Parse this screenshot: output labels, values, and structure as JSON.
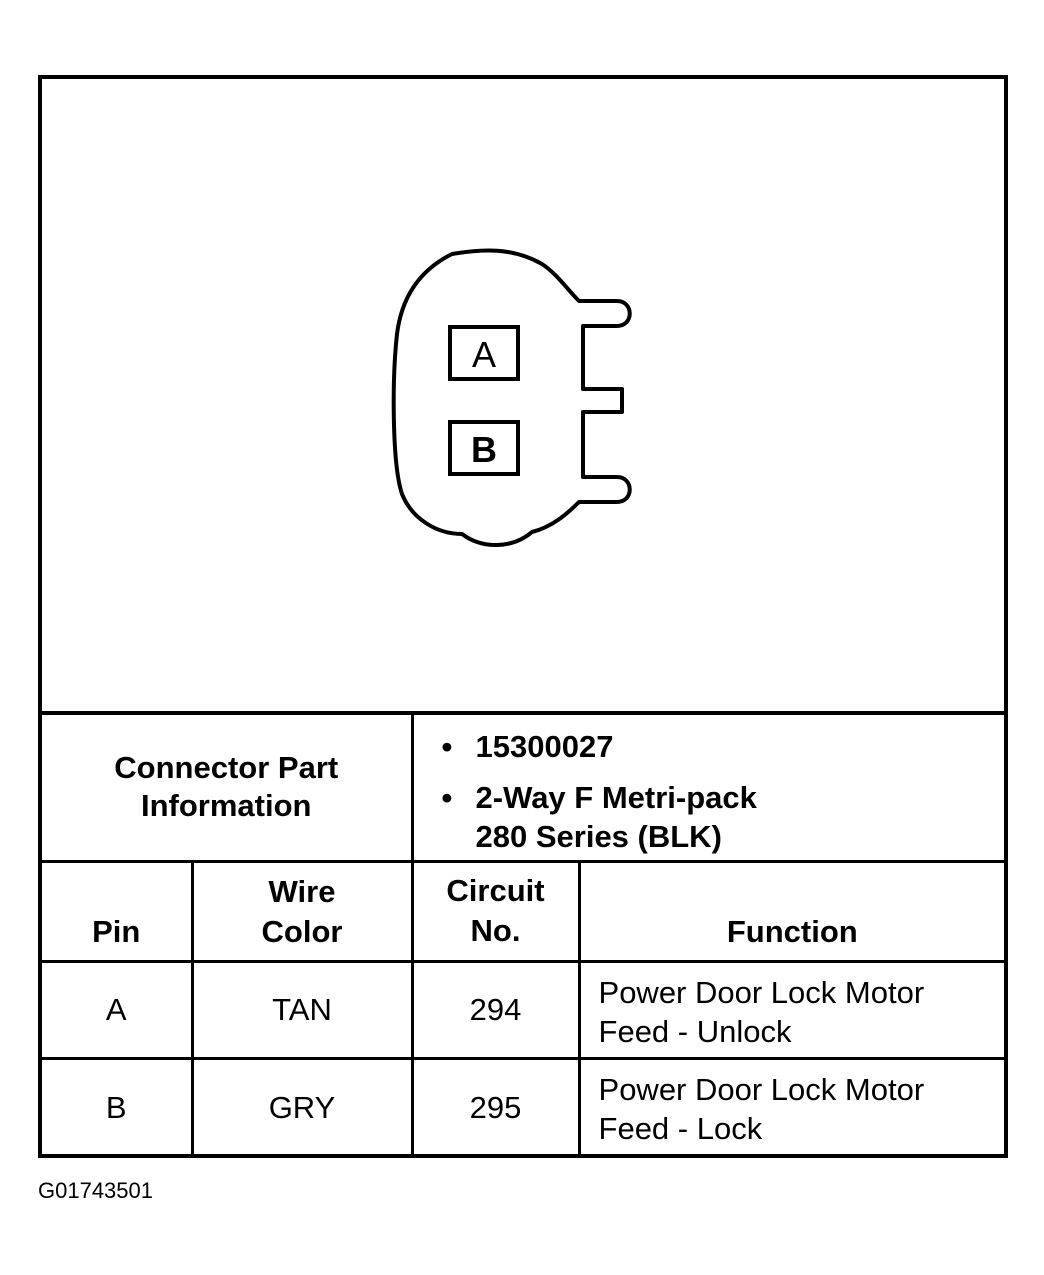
{
  "connector": {
    "pins": [
      "A",
      "B"
    ]
  },
  "part_info": {
    "label_line1": "Connector Part",
    "label_line2": "Information",
    "bullet1": "15300027",
    "bullet2_line1": "2-Way F Metri-pack",
    "bullet2_line2": "280 Series (BLK)"
  },
  "table": {
    "headers": {
      "pin": "Pin",
      "wire_color_line1": "Wire",
      "wire_color_line2": "Color",
      "circuit_line1": "Circuit",
      "circuit_line2": "No.",
      "function": "Function"
    },
    "rows": [
      {
        "pin": "A",
        "wire_color": "TAN",
        "circuit": "294",
        "function_line1": "Power Door Lock Motor",
        "function_line2": "Feed - Unlock"
      },
      {
        "pin": "B",
        "wire_color": "GRY",
        "circuit": "295",
        "function_line1": "Power Door Lock Motor",
        "function_line2": "Feed - Lock"
      }
    ]
  },
  "figure_id": "G01743501"
}
